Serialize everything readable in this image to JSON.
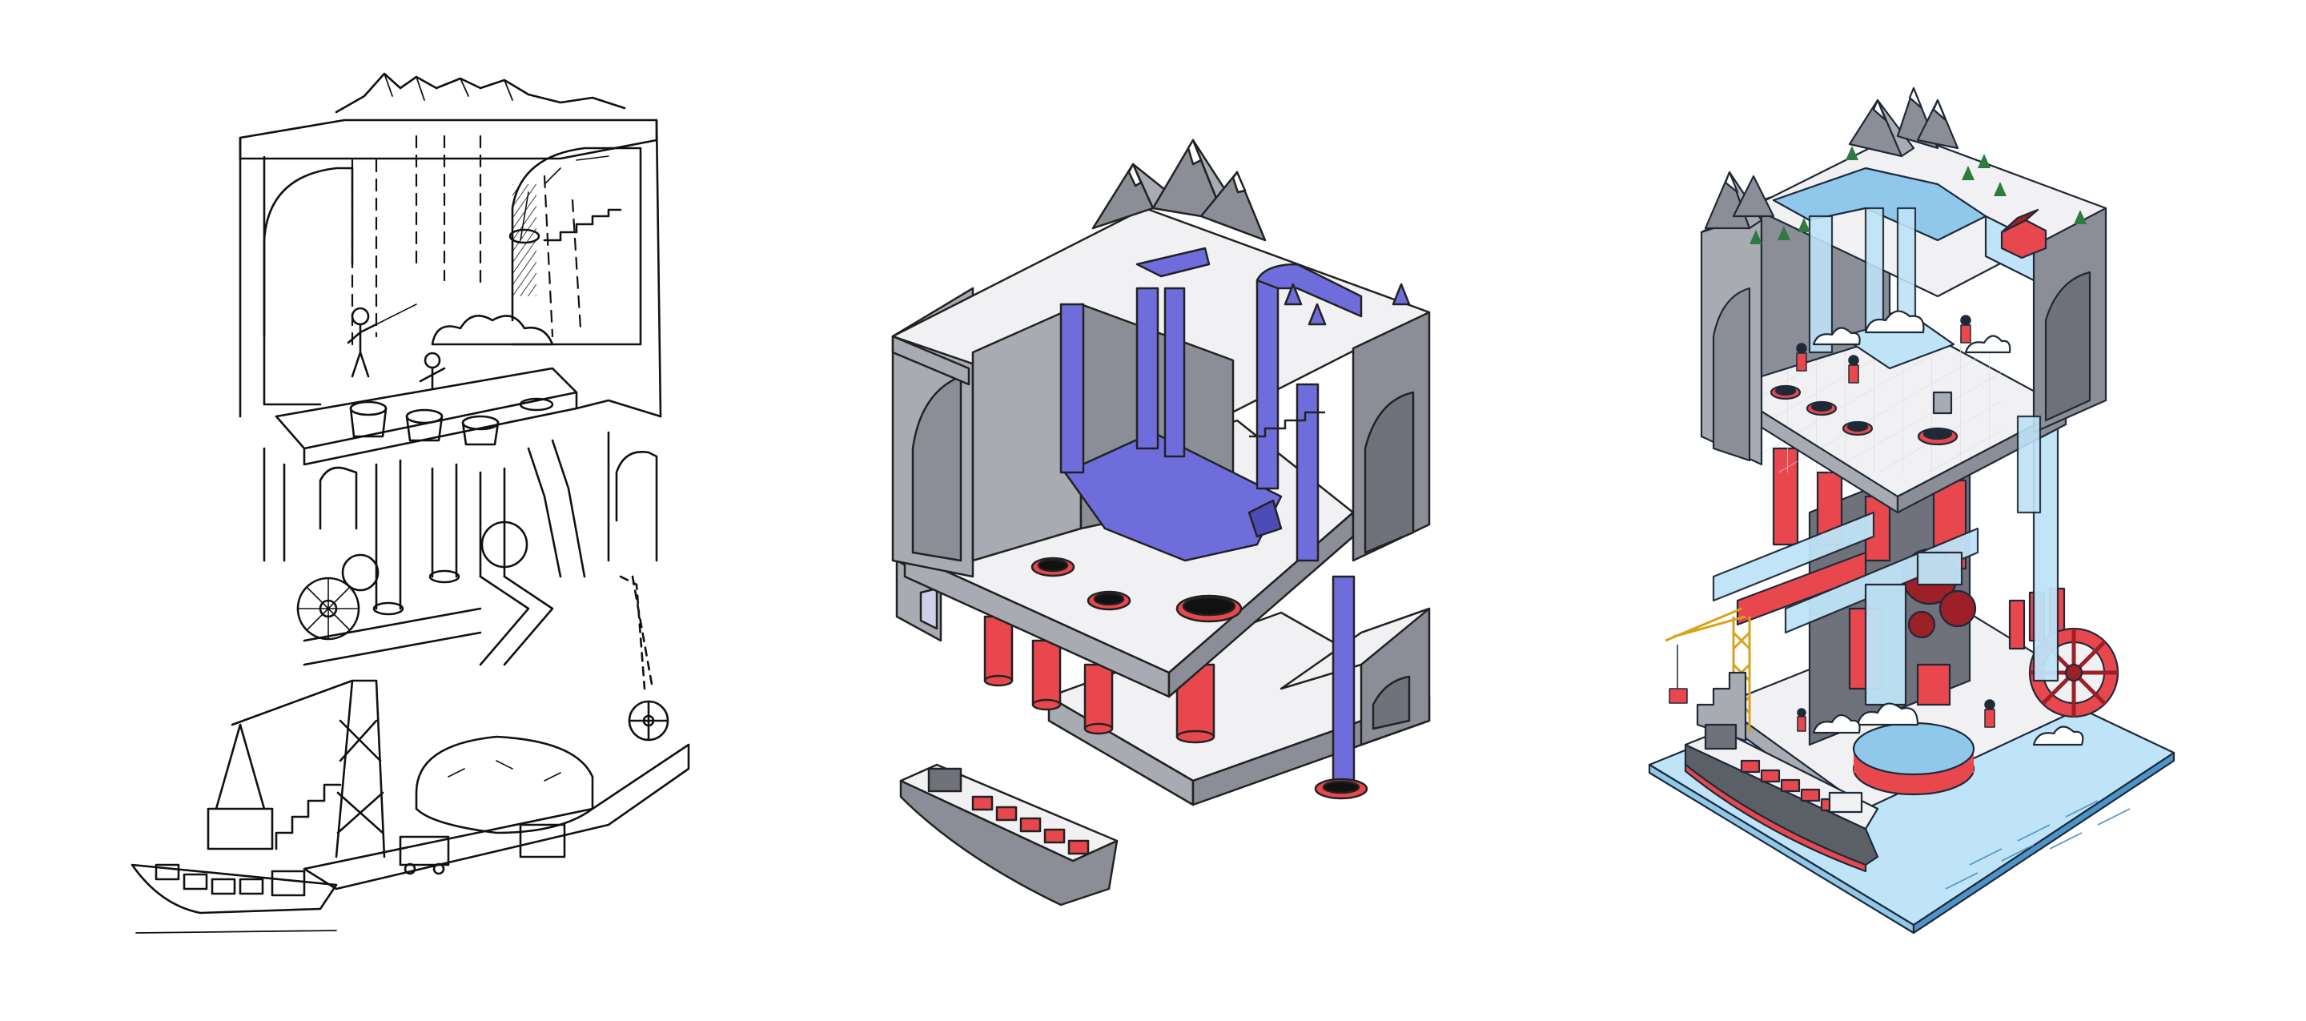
{
  "figure": {
    "panels": [
      {
        "id": "sketch",
        "style": "black-ink hand sketch"
      },
      {
        "id": "blockout",
        "style": "flat grey blockout with blue water"
      },
      {
        "id": "final",
        "style": "detailed red and blue illustration"
      }
    ]
  },
  "colors": {
    "ink": "#111111",
    "paper": "#ffffff",
    "concrete_top": "#f1f1f3",
    "concrete_left": "#a9abb3",
    "concrete_right": "#8b8e96",
    "concrete_dark": "#6f727b",
    "blockout_water": "#6f6ddc",
    "blockout_water_dark": "#4d4bb5",
    "accent_red": "#e8474d",
    "accent_red_dark": "#9d1f27",
    "water_light": "#bfe3f7",
    "water_mid": "#8fc8ea",
    "water_dark": "#4d94c9",
    "tree_green": "#2f7a3f",
    "hull_grey": "#5b5f66"
  }
}
